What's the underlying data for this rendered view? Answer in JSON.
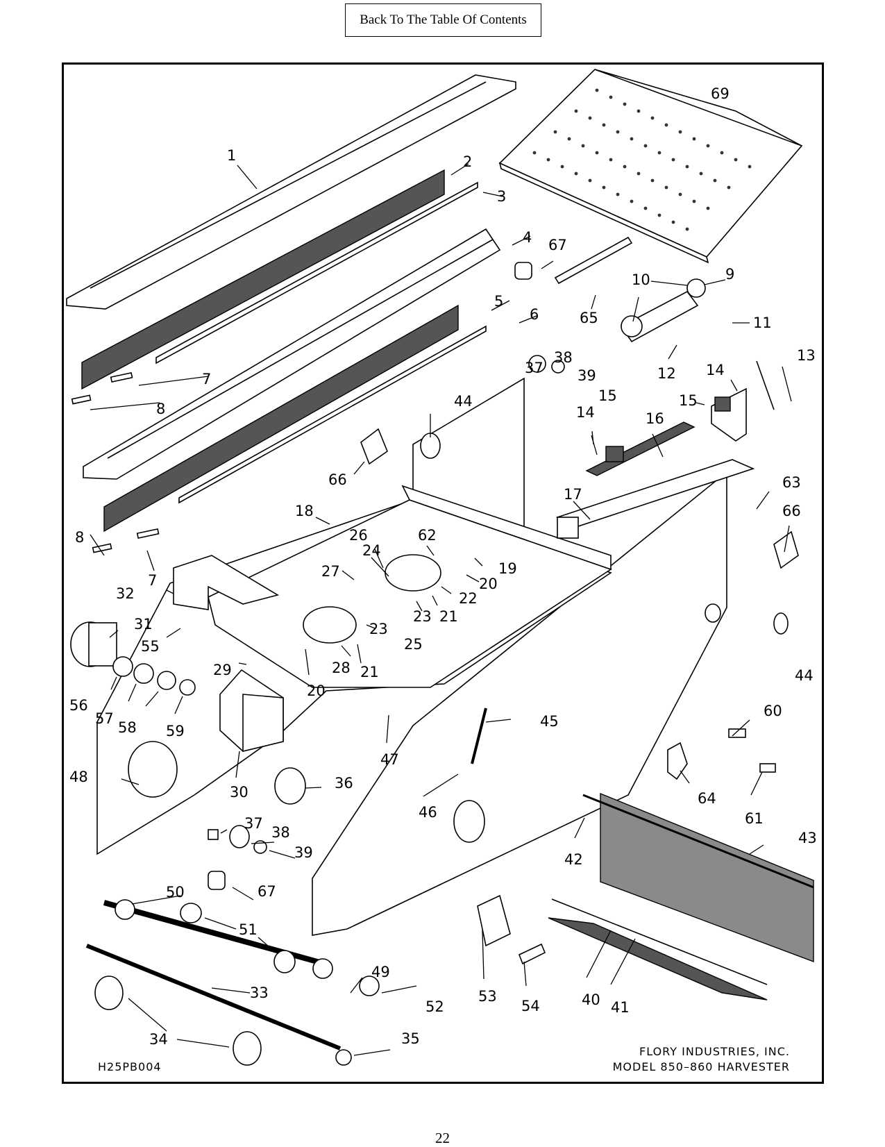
{
  "toc_button": {
    "label": "Back To The Table Of Contents"
  },
  "drawing": {
    "code": "H25PB004",
    "company": "FLORY INDUSTRIES, INC.",
    "model": "MODEL 850–860 HARVESTER"
  },
  "page_number": "22",
  "callouts": {
    "n1": "1",
    "n2": "2",
    "n3": "3",
    "n4": "4",
    "n5": "5",
    "n6": "6",
    "n7a": "7",
    "n7b": "7",
    "n8a": "8",
    "n8b": "8",
    "n9": "9",
    "n10": "10",
    "n11": "11",
    "n12": "12",
    "n13": "13",
    "n14a": "14",
    "n14b": "14",
    "n15a": "15",
    "n15b": "15",
    "n16": "16",
    "n17": "17",
    "n18": "18",
    "n19": "19",
    "n20a": "20",
    "n20b": "20",
    "n21a": "21",
    "n21b": "21",
    "n22": "22",
    "n23a": "23",
    "n23b": "23",
    "n24": "24",
    "n25": "25",
    "n26": "26",
    "n27": "27",
    "n28": "28",
    "n29": "29",
    "n30": "30",
    "n31": "31",
    "n32": "32",
    "n33": "33",
    "n34": "34",
    "n35": "35",
    "n36": "36",
    "n37a": "37",
    "n37b": "37",
    "n38a": "38",
    "n38b": "38",
    "n39a": "39",
    "n39b": "39",
    "n40": "40",
    "n41": "41",
    "n42": "42",
    "n43": "43",
    "n44a": "44",
    "n44b": "44",
    "n45": "45",
    "n46": "46",
    "n47": "47",
    "n48": "48",
    "n49": "49",
    "n50": "50",
    "n51": "51",
    "n52": "52",
    "n53": "53",
    "n54": "54",
    "n55": "55",
    "n56": "56",
    "n57": "57",
    "n58": "58",
    "n59": "59",
    "n60": "60",
    "n61": "61",
    "n62": "62",
    "n63": "63",
    "n64": "64",
    "n65": "65",
    "n66a": "66",
    "n66b": "66",
    "n67a": "67",
    "n67b": "67",
    "n69": "69"
  }
}
